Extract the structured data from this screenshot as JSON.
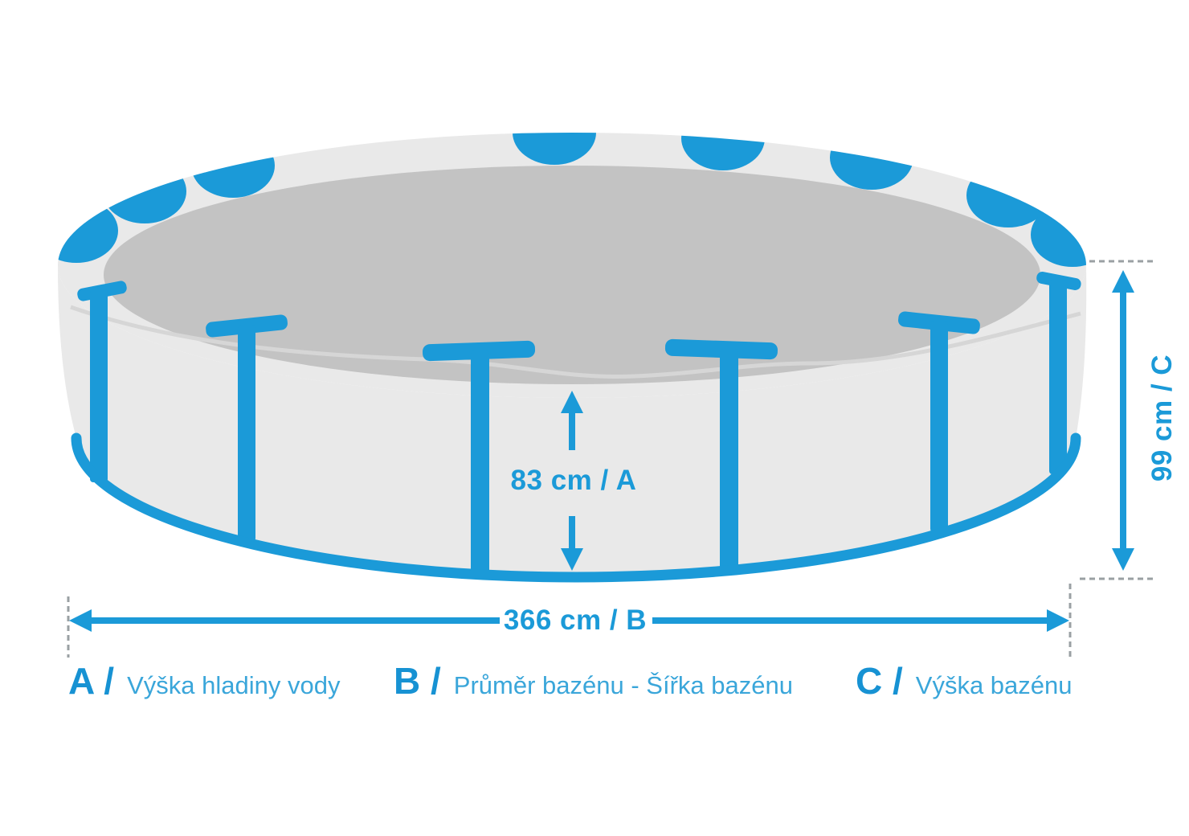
{
  "title": "Pool dimensions diagram",
  "colors": {
    "accent_blue": "#1b9ad8",
    "legend_letter_blue": "#1792d3",
    "legend_text_blue": "#3aa6da",
    "pool_body_gray": "#e9e9e9",
    "water_gray": "#c3c3c3",
    "wave_line_gray": "#d6d6d6",
    "dashed_line_gray": "#9aa0a3"
  },
  "dimensions": {
    "a": {
      "value": "83 cm",
      "letter": "A",
      "display": "83 cm / A"
    },
    "b": {
      "value": "366 cm",
      "letter": "B",
      "display": "366 cm / B"
    },
    "c": {
      "value": "99 cm",
      "letter": "C",
      "display": "99 cm / C"
    }
  },
  "legend": {
    "items": [
      {
        "letter": "A /",
        "text": "Výška hladiny vody"
      },
      {
        "letter": "B /",
        "text": "Průměr bazénu - Šířka bazénu"
      },
      {
        "letter": "C /",
        "text": "Výška bazénu"
      }
    ]
  }
}
